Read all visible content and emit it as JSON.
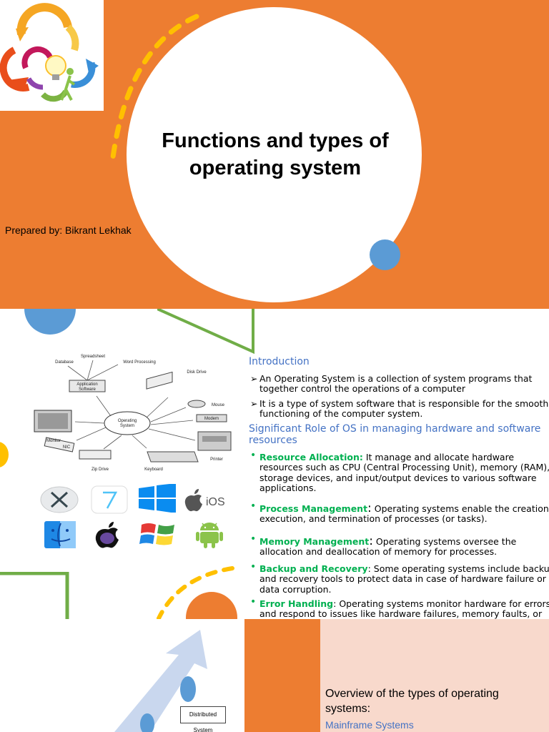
{
  "slide1": {
    "title": "Functions and types of operating system",
    "author": "Prepared by: Bikrant Lekhak"
  },
  "slide2": {
    "diagram": {
      "center": "Operating System",
      "labels": [
        "Database",
        "Spreadsheet",
        "Word Processing",
        "Application Software",
        "Disk Drive",
        "Mouse",
        "Modem",
        "Printer",
        "Keyboard",
        "Zip Drive",
        "NIC",
        "Monitor"
      ]
    },
    "os_logos": [
      "mac-os-x-logo",
      "ios-7-logo",
      "windows-logo",
      "apple-ios-logo",
      "mac-finder-logo",
      "apple-logo",
      "windows-xp-logo",
      "android-logo"
    ],
    "ios_text": "iOS",
    "intro_heading": "Introduction",
    "intro_points": [
      "An Operating System is a collection of system programs that together control the operations of a computer",
      "It is a type of system software that is responsible for the smooth functioning of the computer system."
    ],
    "role_heading": "Significant Role of OS in managing hardware and software resources",
    "roles": [
      {
        "term": "Resource Allocation:",
        "text": " It manage and allocate hardware resources such as CPU (Central Processing Unit), memory (RAM), storage devices, and input/output devices to various software applications."
      },
      {
        "term": "Process Management",
        "sep": ":",
        "text": " Operating systems enable the creation, execution, and termination of processes (or tasks)."
      },
      {
        "term": "Memory Management",
        "sep": ":",
        "text": " Operating systems oversee the allocation and deallocation of memory for processes."
      },
      {
        "term": "Backup and Recovery",
        "sep": ":",
        "text": " Some operating systems include backup and recovery tools to protect data in case of hardware failure or data corruption."
      },
      {
        "term": "Error Handling",
        "sep": ":",
        "text": " Operating systems monitor hardware for errors and respond to issues like hardware failures, memory faults, or"
      }
    ]
  },
  "slide3": {
    "overview_title": "Overview of the types of operating systems:",
    "first_type": "Mainframe Systems",
    "diagram_label": "Distributed System"
  },
  "colors": {
    "orange": "#ed7d31",
    "blue": "#5b9bd5",
    "green": "#70ad47",
    "yellow": "#ffc000",
    "heading_blue": "#4472c4",
    "term_green": "#00b050",
    "pink": "#f8d9cc"
  }
}
